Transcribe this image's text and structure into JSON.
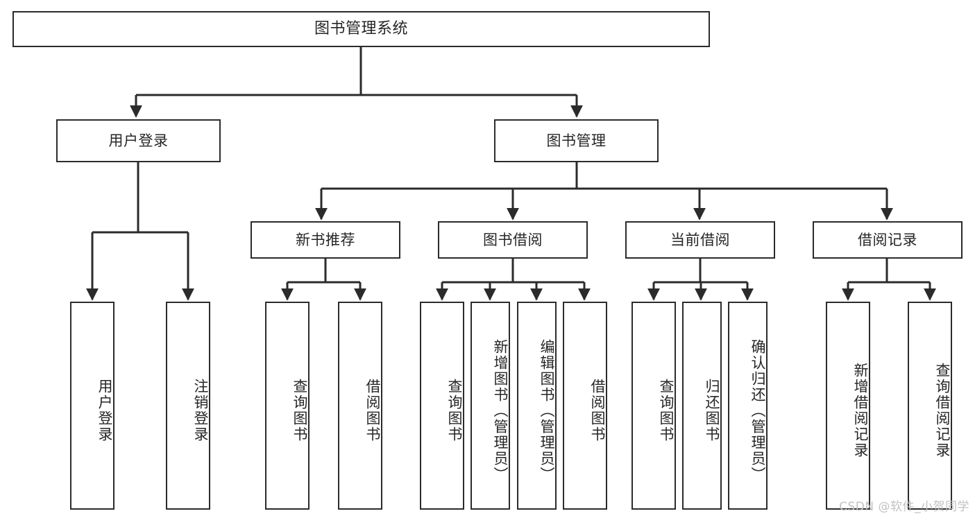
{
  "diagram": {
    "type": "hierarchy-tree",
    "title": "图书管理系统",
    "background": "#ffffff",
    "stroke_color": "#2b2b2b",
    "text_color": "#262626"
  },
  "nodes": {
    "root": {
      "label": "图书管理系统"
    },
    "level2": [
      {
        "id": "user-login",
        "label": "用户登录"
      },
      {
        "id": "book-manage",
        "label": "图书管理"
      }
    ],
    "level3": [
      {
        "id": "new-book-recommend",
        "label": "新书推荐"
      },
      {
        "id": "book-borrow",
        "label": "图书借阅"
      },
      {
        "id": "current-borrow",
        "label": "当前借阅"
      },
      {
        "id": "borrow-record",
        "label": "借阅记录"
      }
    ],
    "leaves": {
      "user_login": [
        {
          "id": "leaf-user-login",
          "label": "用户登录"
        },
        {
          "id": "leaf-logout-login",
          "label": "注销登录"
        }
      ],
      "new_book_recommend": [
        {
          "id": "leaf-query-book-1",
          "label": "查询图书"
        },
        {
          "id": "leaf-borrow-book-1",
          "label": "借阅图书"
        }
      ],
      "book_borrow": [
        {
          "id": "leaf-query-book-2",
          "label": "查询图书"
        },
        {
          "id": "leaf-add-book-admin",
          "label": "新增图书（管理员）"
        },
        {
          "id": "leaf-edit-book-admin",
          "label": "编辑图书（管理员）"
        },
        {
          "id": "leaf-borrow-book-2",
          "label": "借阅图书"
        }
      ],
      "current_borrow": [
        {
          "id": "leaf-query-book-3",
          "label": "查询图书"
        },
        {
          "id": "leaf-return-book",
          "label": "归还图书"
        },
        {
          "id": "leaf-confirm-return-admin",
          "label": "确认归还（管理员）"
        }
      ],
      "borrow_record": [
        {
          "id": "leaf-add-borrow-record",
          "label": "新增借阅记录"
        },
        {
          "id": "leaf-query-borrow-record",
          "label": "查询借阅记录"
        }
      ]
    }
  },
  "watermark": {
    "text": "CSDN @软件_小贺同学"
  }
}
